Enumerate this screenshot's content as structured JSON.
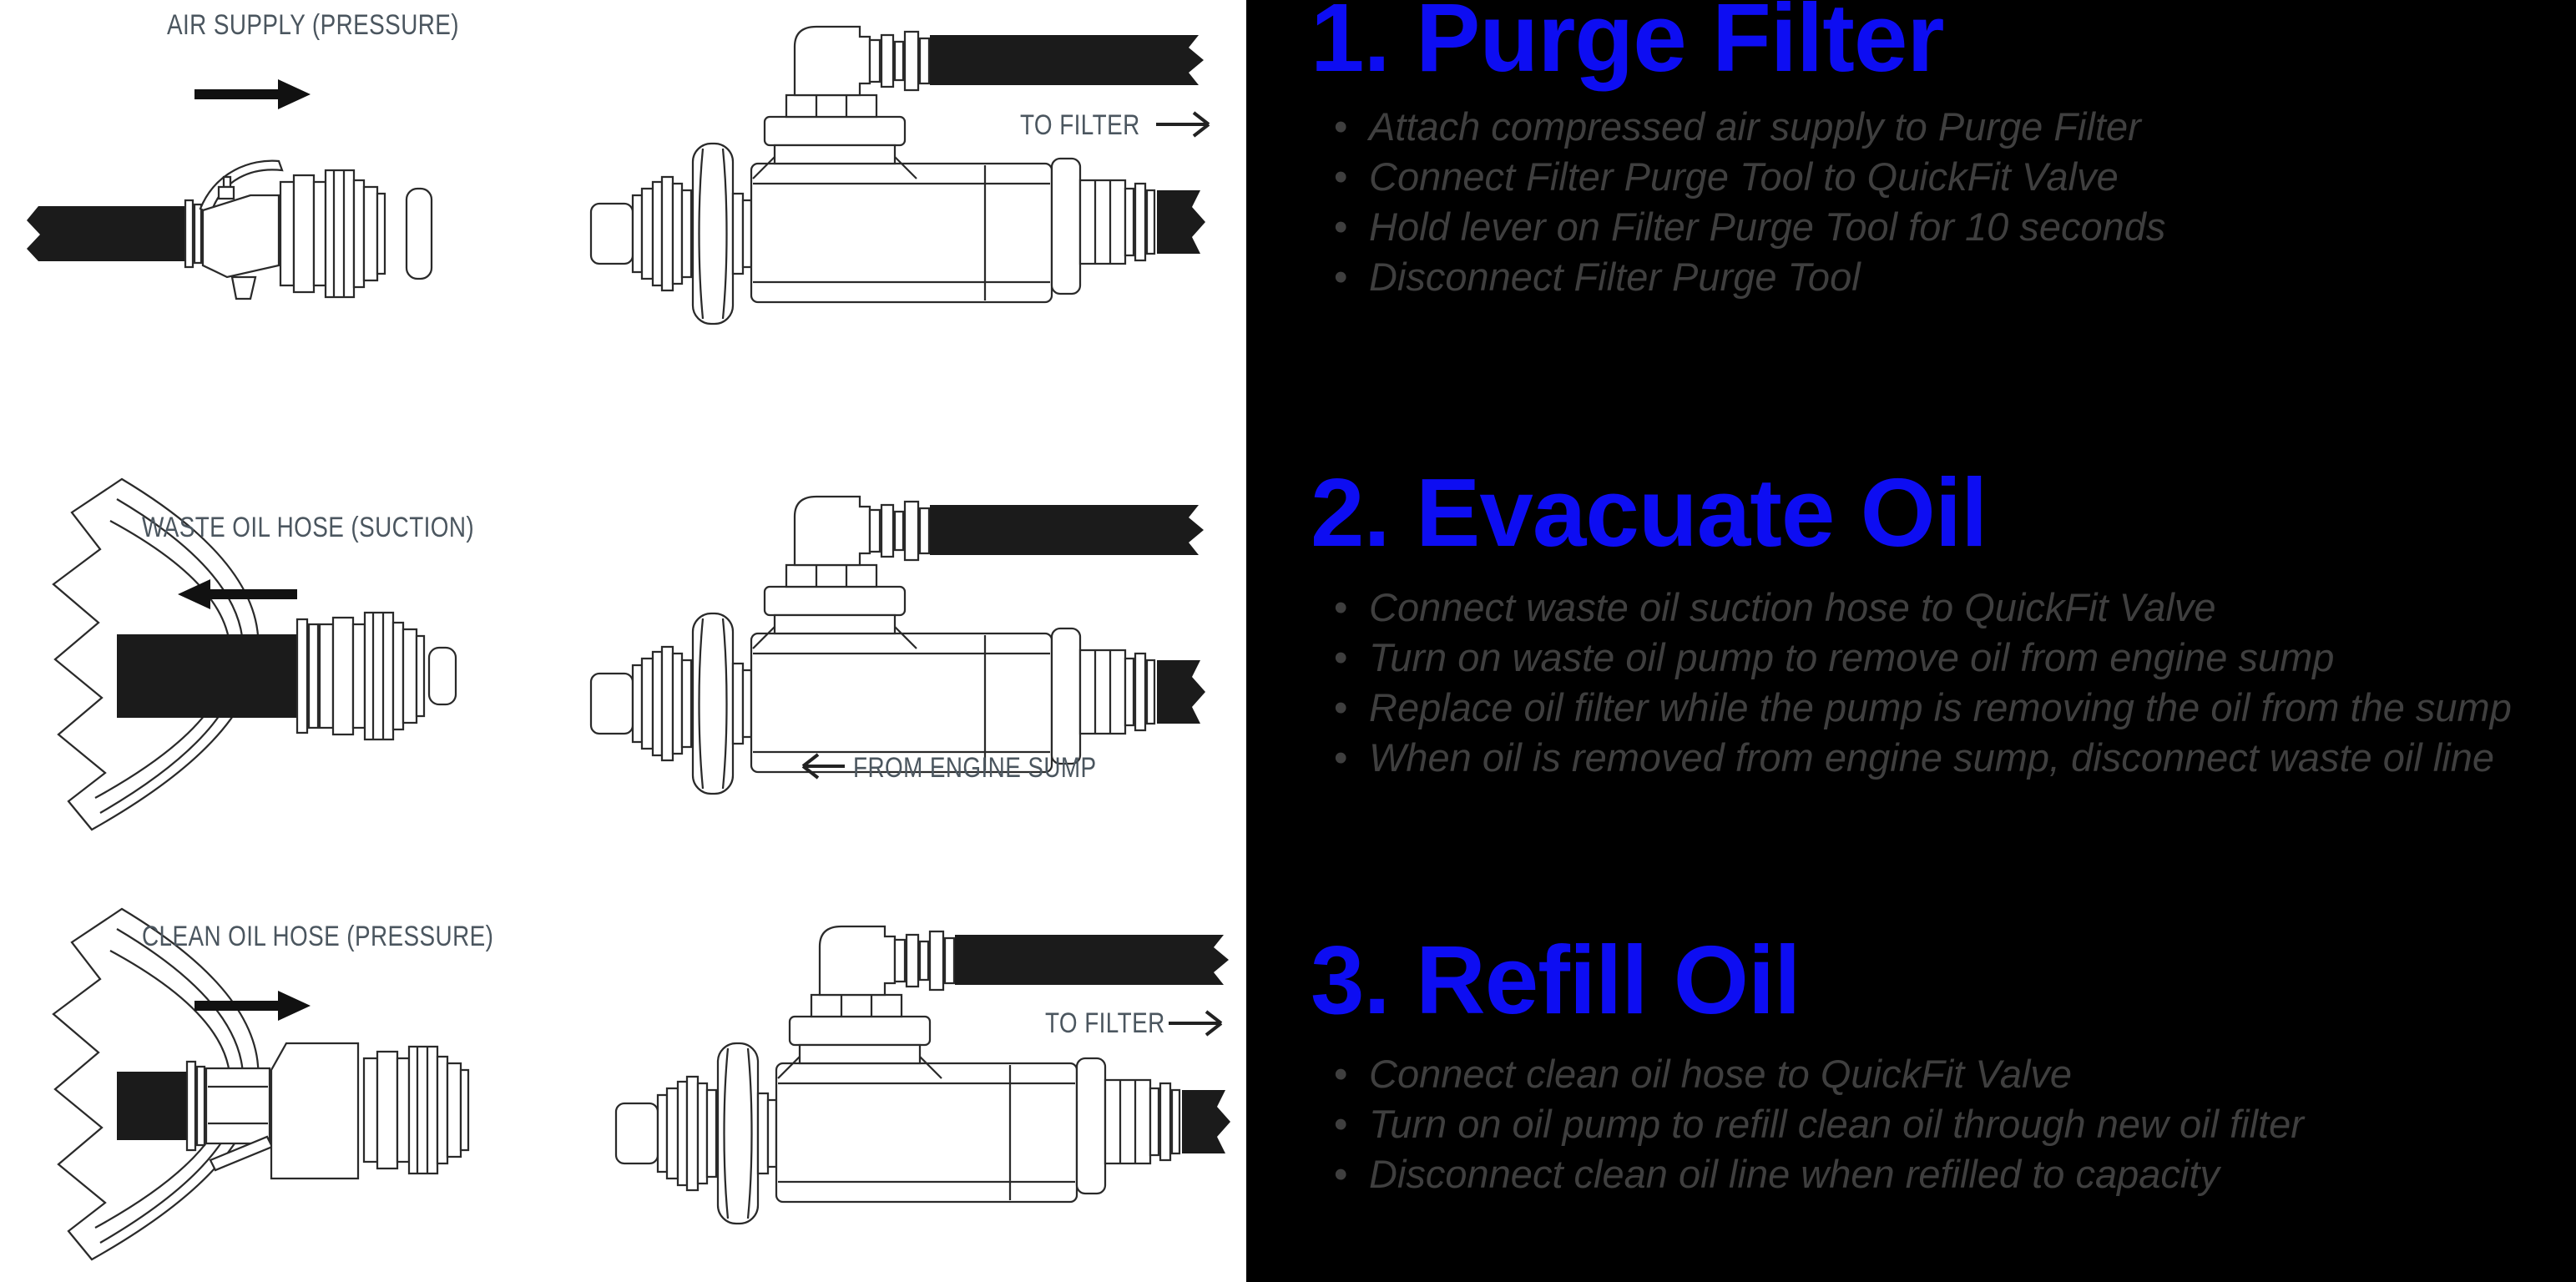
{
  "ui": {
    "bullet": "•"
  },
  "colors": {
    "heading_blue": "#0d0df2",
    "bullet_gray": "#3f3f3f",
    "diagram_label_gray": "#4b565f",
    "panel_bg": "#ffffff",
    "page_bg": "#000000",
    "hose_black": "#1b1b1b"
  },
  "diagrams": {
    "purge": {
      "flow_label": "AIR SUPPLY (PRESSURE)",
      "out_label": "TO FILTER"
    },
    "evacuate": {
      "flow_label": "WASTE OIL HOSE (SUCTION)",
      "source_label": "FROM ENGINE SUMP"
    },
    "refill": {
      "flow_label": "CLEAN OIL HOSE (PRESSURE)",
      "out_label": "TO FILTER"
    }
  },
  "steps": [
    {
      "title": "1. Purge Filter",
      "bullets": [
        "Attach compressed air supply to Purge Filter",
        "Connect Filter Purge Tool to QuickFit Valve",
        "Hold lever on Filter Purge Tool for 10 seconds",
        "Disconnect Filter Purge Tool"
      ]
    },
    {
      "title": "2. Evacuate Oil",
      "bullets": [
        "Connect waste oil suction hose to QuickFit Valve",
        "Turn on waste oil pump to remove oil from engine sump",
        "Replace oil filter while the pump is removing the oil from the sump",
        "When oil is removed from engine sump, disconnect waste oil line"
      ]
    },
    {
      "title": "3. Refill Oil",
      "bullets": [
        "Connect clean oil hose to QuickFit Valve",
        "Turn on oil pump to refill clean oil through new oil filter",
        "Disconnect clean oil line when refilled to capacity"
      ]
    }
  ]
}
